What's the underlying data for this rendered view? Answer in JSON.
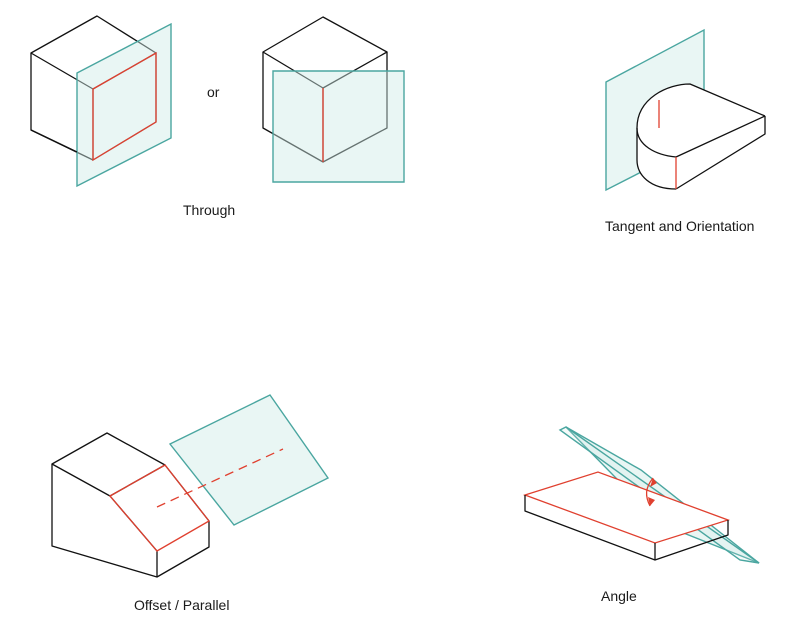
{
  "labels": {
    "or": "or",
    "through": "Through",
    "tangent_orientation": "Tangent and Orientation",
    "offset_parallel": "Offset / Parallel",
    "angle": "Angle"
  },
  "colors": {
    "edge": "#111111",
    "highlight": "#e0402f",
    "plane_stroke": "#4aa6a0",
    "plane_fill": "#cfeae6"
  },
  "icons": {
    "angle_indicator": "curved-double-arrow"
  }
}
